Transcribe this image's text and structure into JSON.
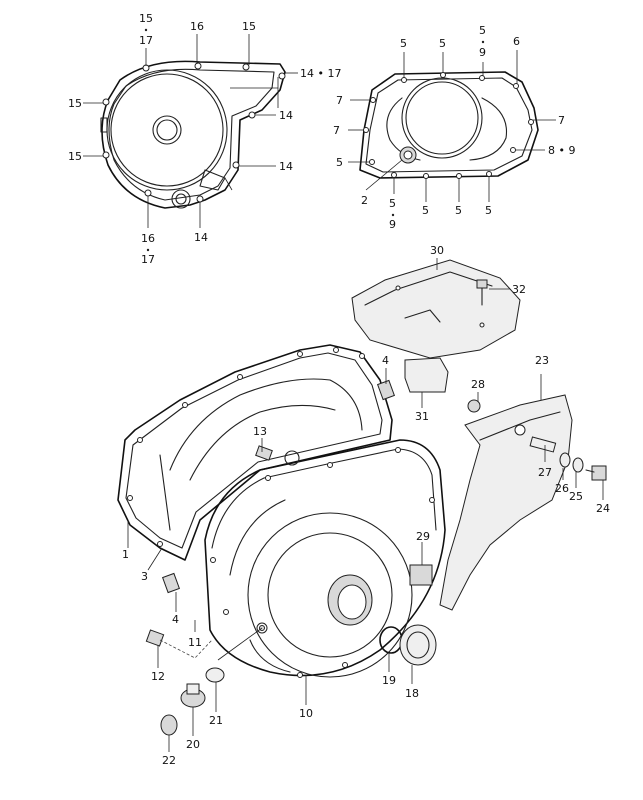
{
  "diagram": {
    "ink_color": "#222222",
    "background_color": "#ffffff",
    "callouts": [
      {
        "id": "c15-17-top",
        "label": "15",
        "sub": "17"
      },
      {
        "id": "c16-top",
        "label": "16"
      },
      {
        "id": "c15-top-right",
        "label": "15"
      },
      {
        "id": "c14-17",
        "label": "14 • 17"
      },
      {
        "id": "c15-left-a",
        "label": "15"
      },
      {
        "id": "c14-right-a",
        "label": "14"
      },
      {
        "id": "c15-left-b",
        "label": "15"
      },
      {
        "id": "c14-right-b",
        "label": "14"
      },
      {
        "id": "c16-17-bottom",
        "label": "16",
        "sub": "17"
      },
      {
        "id": "c14-bottom",
        "label": "14"
      },
      {
        "id": "c5-a",
        "label": "5"
      },
      {
        "id": "c5-b",
        "label": "5"
      },
      {
        "id": "c5-9-top",
        "label": "5",
        "sub": "9"
      },
      {
        "id": "c6",
        "label": "6"
      },
      {
        "id": "c7-a",
        "label": "7"
      },
      {
        "id": "c7-b",
        "label": "7"
      },
      {
        "id": "c7-right",
        "label": "7"
      },
      {
        "id": "c5-left",
        "label": "5"
      },
      {
        "id": "c8-9",
        "label": "8 • 9"
      },
      {
        "id": "c2",
        "label": "2"
      },
      {
        "id": "c5-9-bottom",
        "label": "5",
        "sub": "9"
      },
      {
        "id": "c5-c",
        "label": "5"
      },
      {
        "id": "c5-d",
        "label": "5"
      },
      {
        "id": "c5-e",
        "label": "5"
      },
      {
        "id": "c30",
        "label": "30"
      },
      {
        "id": "c32",
        "label": "32"
      },
      {
        "id": "c4-top",
        "label": "4"
      },
      {
        "id": "c23",
        "label": "23"
      },
      {
        "id": "c28",
        "label": "28"
      },
      {
        "id": "c31",
        "label": "31"
      },
      {
        "id": "c13",
        "label": "13"
      },
      {
        "id": "c27",
        "label": "27"
      },
      {
        "id": "c26",
        "label": "26"
      },
      {
        "id": "c25",
        "label": "25"
      },
      {
        "id": "c24",
        "label": "24"
      },
      {
        "id": "c1",
        "label": "1"
      },
      {
        "id": "c3",
        "label": "3"
      },
      {
        "id": "c29",
        "label": "29"
      },
      {
        "id": "c4-bottom",
        "label": "4"
      },
      {
        "id": "c11",
        "label": "11"
      },
      {
        "id": "c12",
        "label": "12"
      },
      {
        "id": "c19",
        "label": "19"
      },
      {
        "id": "c18",
        "label": "18"
      },
      {
        "id": "c10",
        "label": "10"
      },
      {
        "id": "c21",
        "label": "21"
      },
      {
        "id": "c20",
        "label": "20"
      },
      {
        "id": "c22",
        "label": "22"
      }
    ]
  }
}
